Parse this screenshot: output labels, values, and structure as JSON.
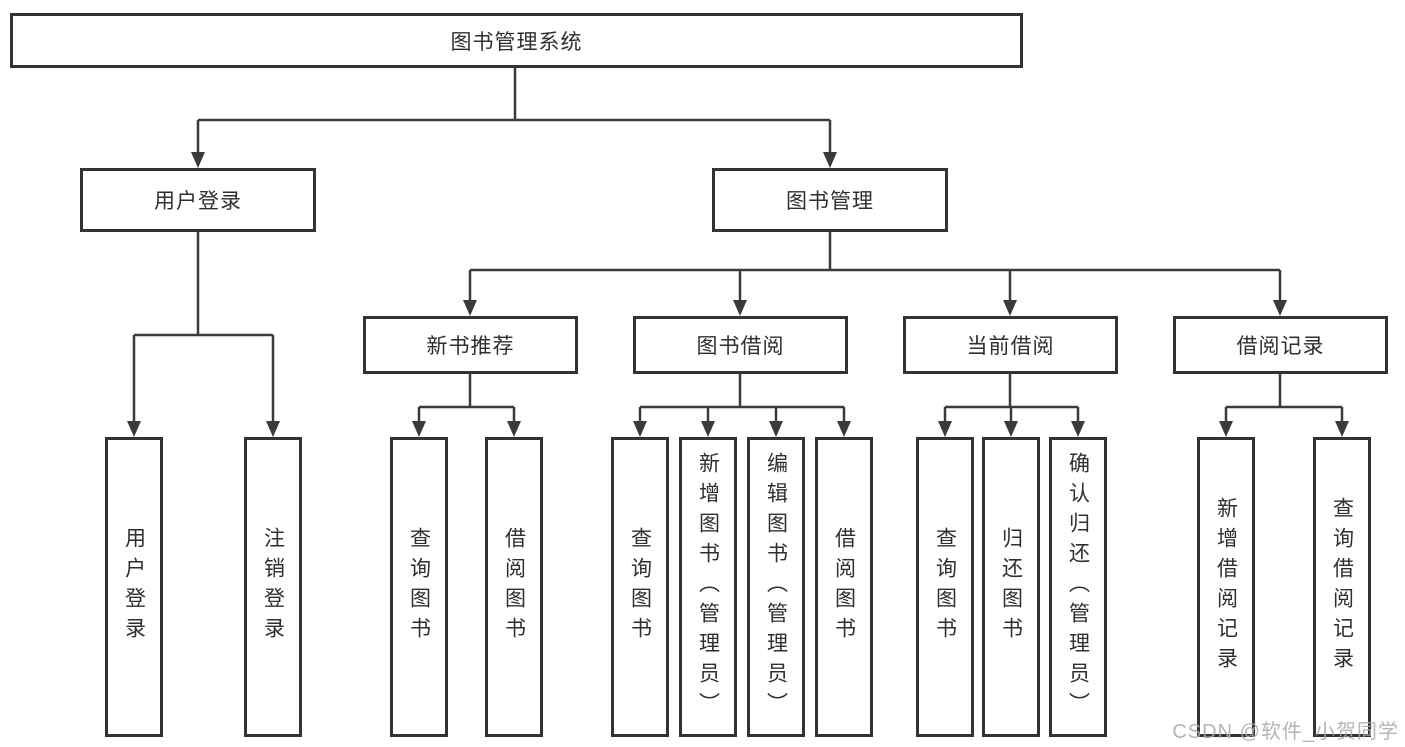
{
  "tree": {
    "root": "图书管理系统",
    "branches": [
      {
        "label": "用户登录",
        "leaves": [
          "用户登录",
          "注销登录"
        ]
      },
      {
        "label": "图书管理",
        "children": [
          {
            "label": "新书推荐",
            "leaves": [
              "查询图书",
              "借阅图书"
            ]
          },
          {
            "label": "图书借阅",
            "leaves": [
              "查询图书",
              "新增图书（管理员）",
              "编辑图书（管理员）",
              "借阅图书"
            ]
          },
          {
            "label": "当前借阅",
            "leaves": [
              "查询图书",
              "归还图书",
              "确认归还（管理员）"
            ]
          },
          {
            "label": "借阅记录",
            "leaves": [
              "新增借阅记录",
              "查询借阅记录"
            ]
          }
        ]
      }
    ]
  },
  "watermark": {
    "text": "CSDN @软件_小贺同学"
  },
  "colors": {
    "line": "#3a3a3a",
    "border": "#333333",
    "text": "#2f2f2f",
    "background": "#ffffff",
    "watermark": "#ababab"
  }
}
